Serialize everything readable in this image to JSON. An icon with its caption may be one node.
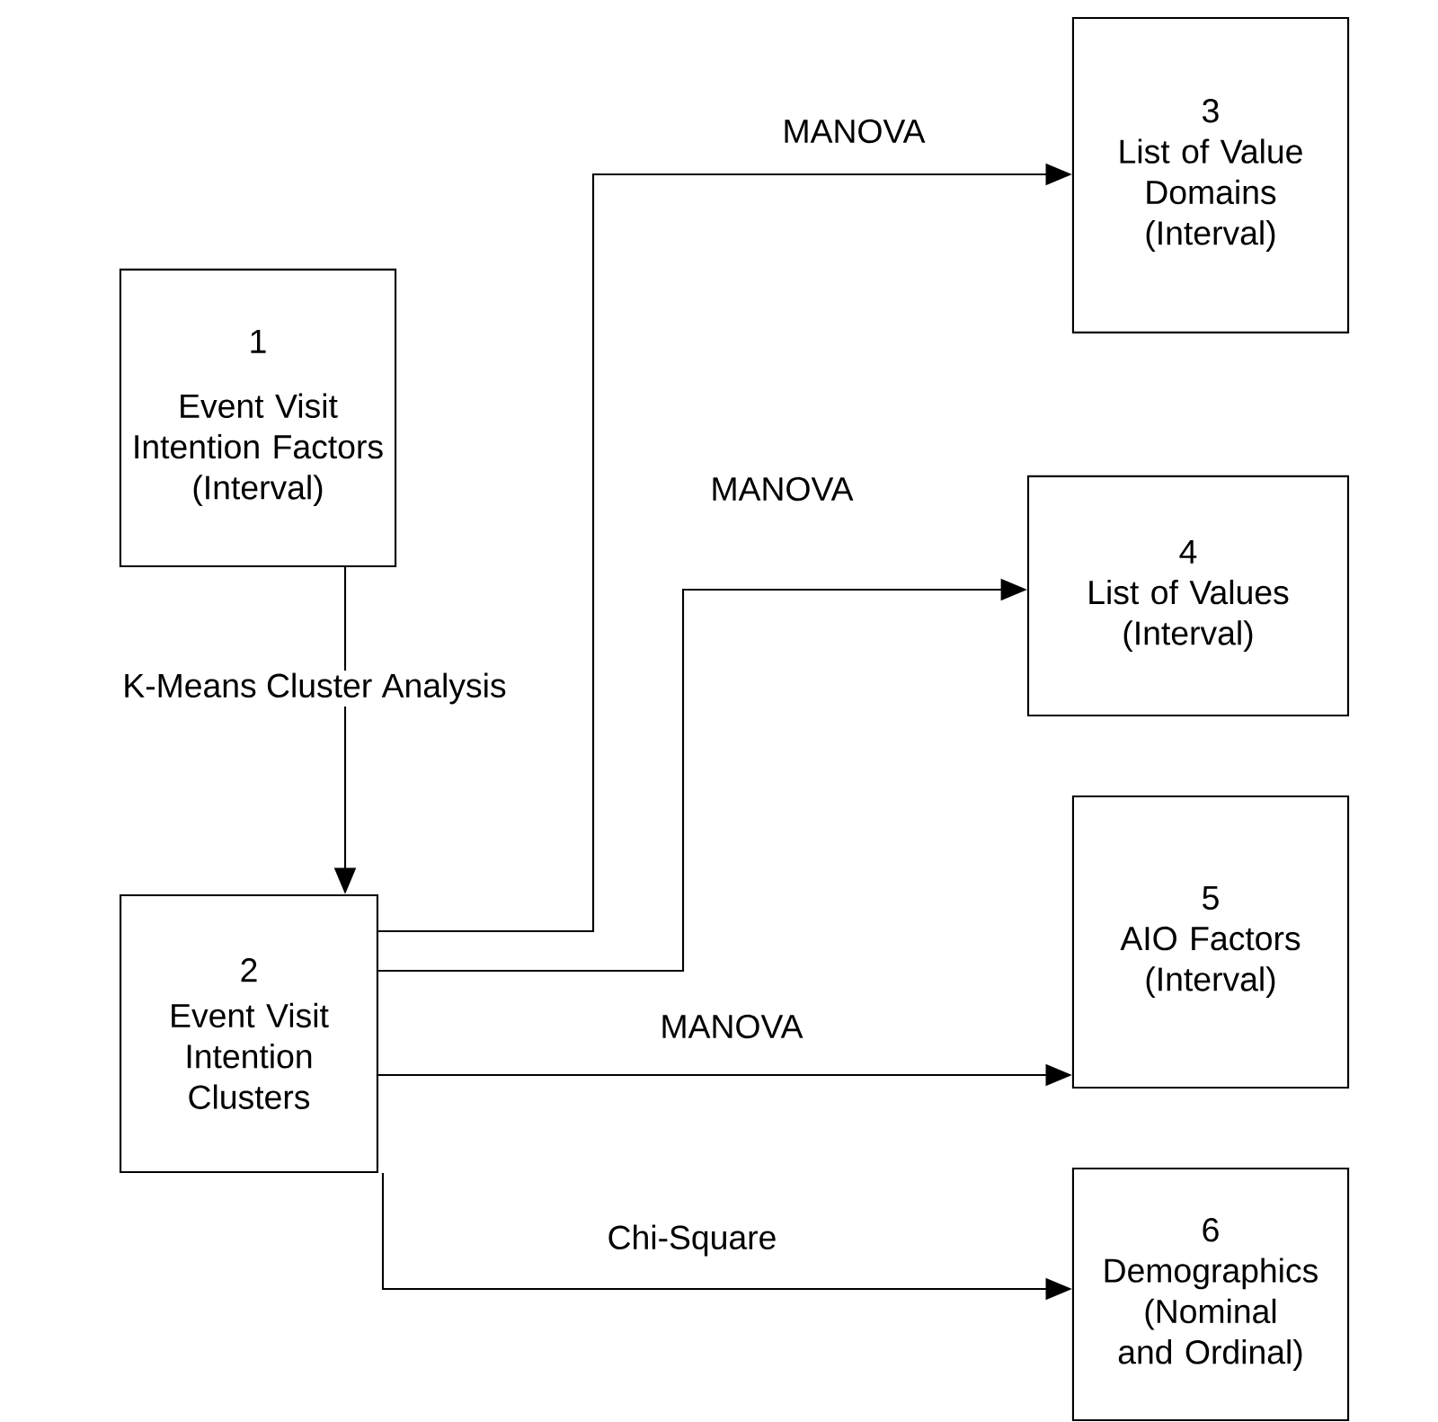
{
  "diagram": {
    "nodes": [
      {
        "text": [
          "1",
          "Event Visit Intention Factors (Interval)"
        ]
      },
      {
        "text": [
          "2",
          "Event Visit Intention Clusters"
        ]
      },
      {
        "text": [
          "3",
          "List of Value Domains (Interval)"
        ]
      },
      {
        "text": [
          "4",
          "List of Values (Interval)"
        ]
      },
      {
        "text": [
          "5",
          "AIO Factors (Interval)"
        ]
      },
      {
        "text": [
          "6",
          "Demographics (Nominal and Ordinal)"
        ]
      }
    ],
    "edges": [
      {
        "from": 0,
        "to": 1,
        "arrow": "to",
        "label": "K-Means Cluster Analysis"
      },
      {
        "from": 1,
        "to": 2,
        "arrow": "to",
        "label": "MANOVA"
      },
      {
        "from": 1,
        "to": 3,
        "arrow": "to",
        "label": "MANOVA"
      },
      {
        "from": 1,
        "to": 4,
        "arrow": "to",
        "label": "MANOVA"
      },
      {
        "from": 1,
        "to": 5,
        "arrow": "to",
        "label": "Chi-Square"
      }
    ]
  }
}
